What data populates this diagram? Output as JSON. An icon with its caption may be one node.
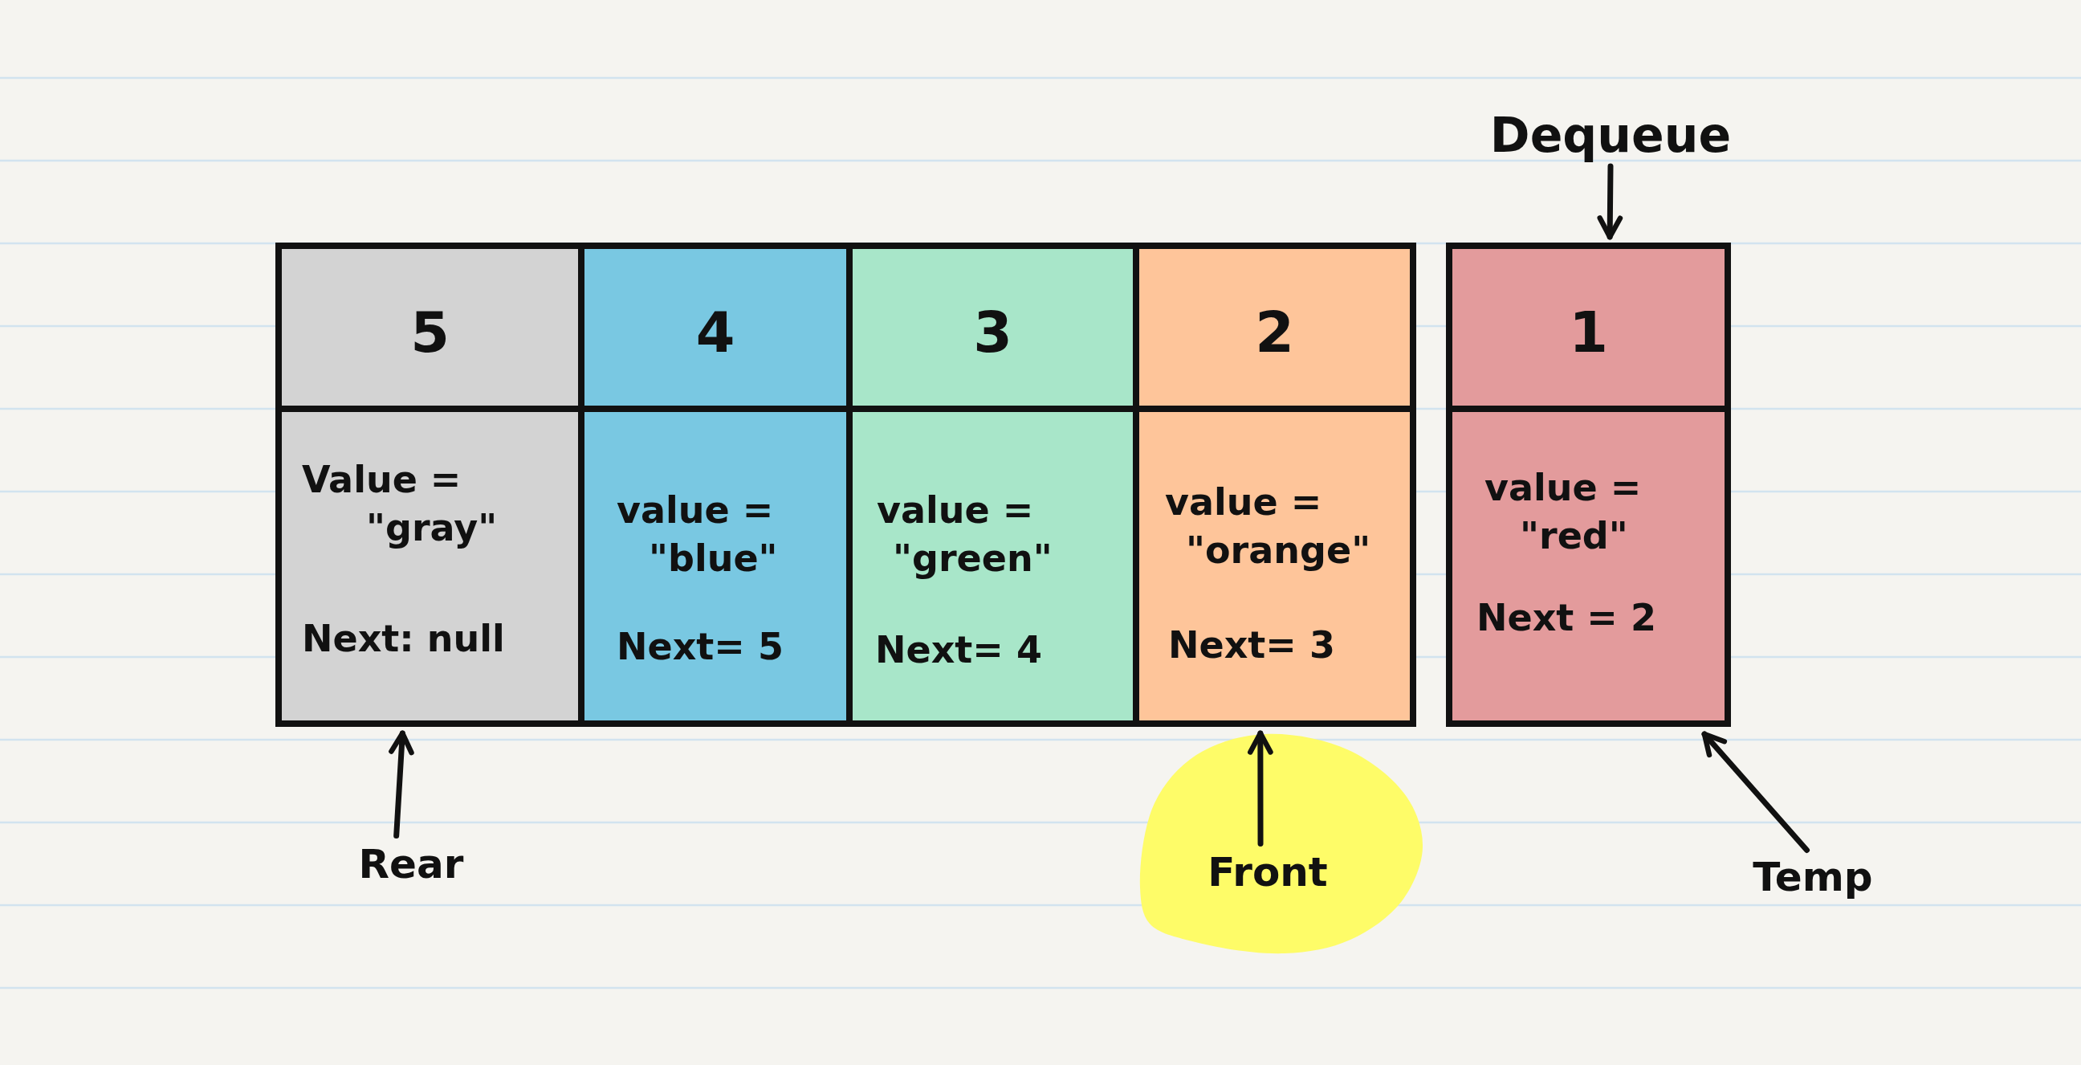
{
  "diagram": {
    "nodes": [
      {
        "text": [
          "Dequeue"
        ]
      },
      {
        "text": [
          "5",
          "Value = \"gray\"",
          "Next: null"
        ]
      },
      {
        "text": [
          "4",
          "value = \"blue\"",
          "Next= 5"
        ]
      },
      {
        "text": [
          "3",
          "value = \"green\"",
          "Next= 4"
        ]
      },
      {
        "text": [
          "2",
          "value = \"orange\"",
          "Next= 3"
        ]
      },
      {
        "text": [
          "1",
          "value = \"red\"",
          "Next = 2"
        ]
      },
      {
        "text": [
          "Rear"
        ]
      },
      {
        "text": [
          "Front"
        ]
      },
      {
        "text": [
          "Temp"
        ]
      }
    ],
    "edges": [
      {
        "from": 0,
        "to": 5,
        "arrow": "to"
      },
      {
        "from": 6,
        "to": 1,
        "arrow": "to"
      },
      {
        "from": 7,
        "to": 4,
        "arrow": "to"
      },
      {
        "from": 8,
        "to": 5,
        "arrow": "to"
      }
    ]
  }
}
